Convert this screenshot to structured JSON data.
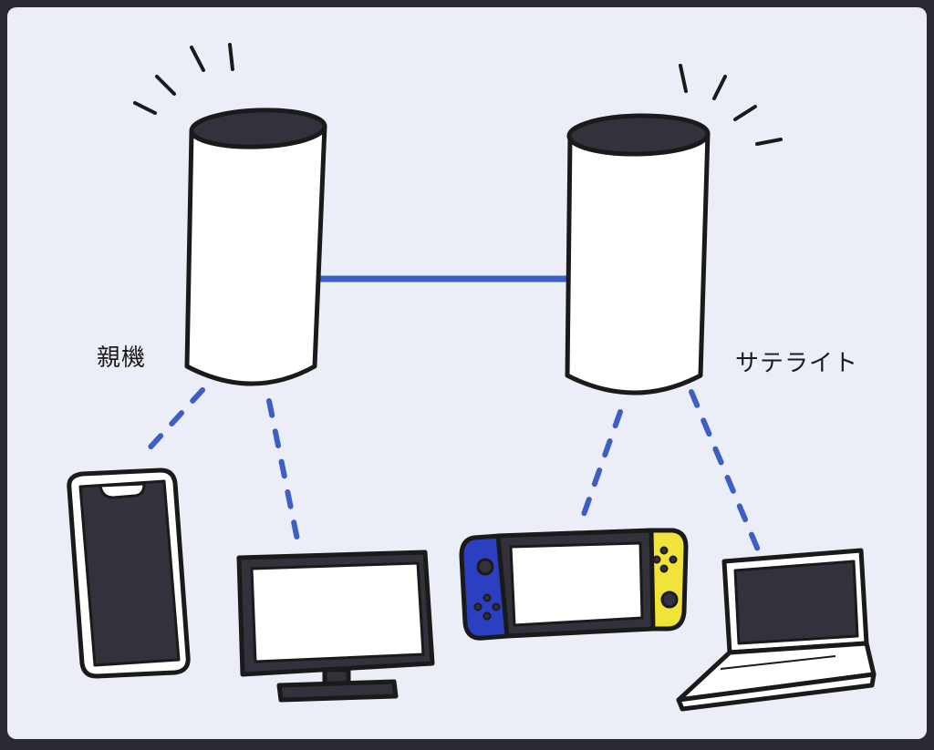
{
  "labels": {
    "parent": "親機",
    "satellite": "サテライト"
  },
  "colors": {
    "frame": "#2b2a33",
    "background": "#eceef7",
    "outline": "#1a1a1a",
    "node_body": "#ffffff",
    "node_top": "#33313c",
    "backhaul_line": "#3d5fc4",
    "wireless_link": "#3d5fc4",
    "screen_dark": "#33313c",
    "screen_light": "#ffffff",
    "joycon_left": "#2c3fc0",
    "joycon_right": "#f2e33a"
  },
  "diagram": {
    "nodes": [
      {
        "id": "parent",
        "icon": "mesh-router-icon",
        "label_key": "parent"
      },
      {
        "id": "satellite",
        "icon": "mesh-router-icon",
        "label_key": "satellite"
      }
    ],
    "devices": [
      {
        "id": "smartphone",
        "icon": "smartphone-icon",
        "connected_to": "parent"
      },
      {
        "id": "monitor",
        "icon": "monitor-icon",
        "connected_to": "parent"
      },
      {
        "id": "game-console",
        "icon": "handheld-game-console-icon",
        "connected_to": "satellite"
      },
      {
        "id": "laptop",
        "icon": "laptop-icon",
        "connected_to": "satellite"
      }
    ],
    "links": [
      {
        "from": "parent",
        "to": "satellite",
        "style": "solid"
      },
      {
        "from": "parent",
        "to": "smartphone",
        "style": "dashed"
      },
      {
        "from": "parent",
        "to": "monitor",
        "style": "dashed"
      },
      {
        "from": "satellite",
        "to": "game-console",
        "style": "dashed"
      },
      {
        "from": "satellite",
        "to": "laptop",
        "style": "dashed"
      }
    ]
  }
}
